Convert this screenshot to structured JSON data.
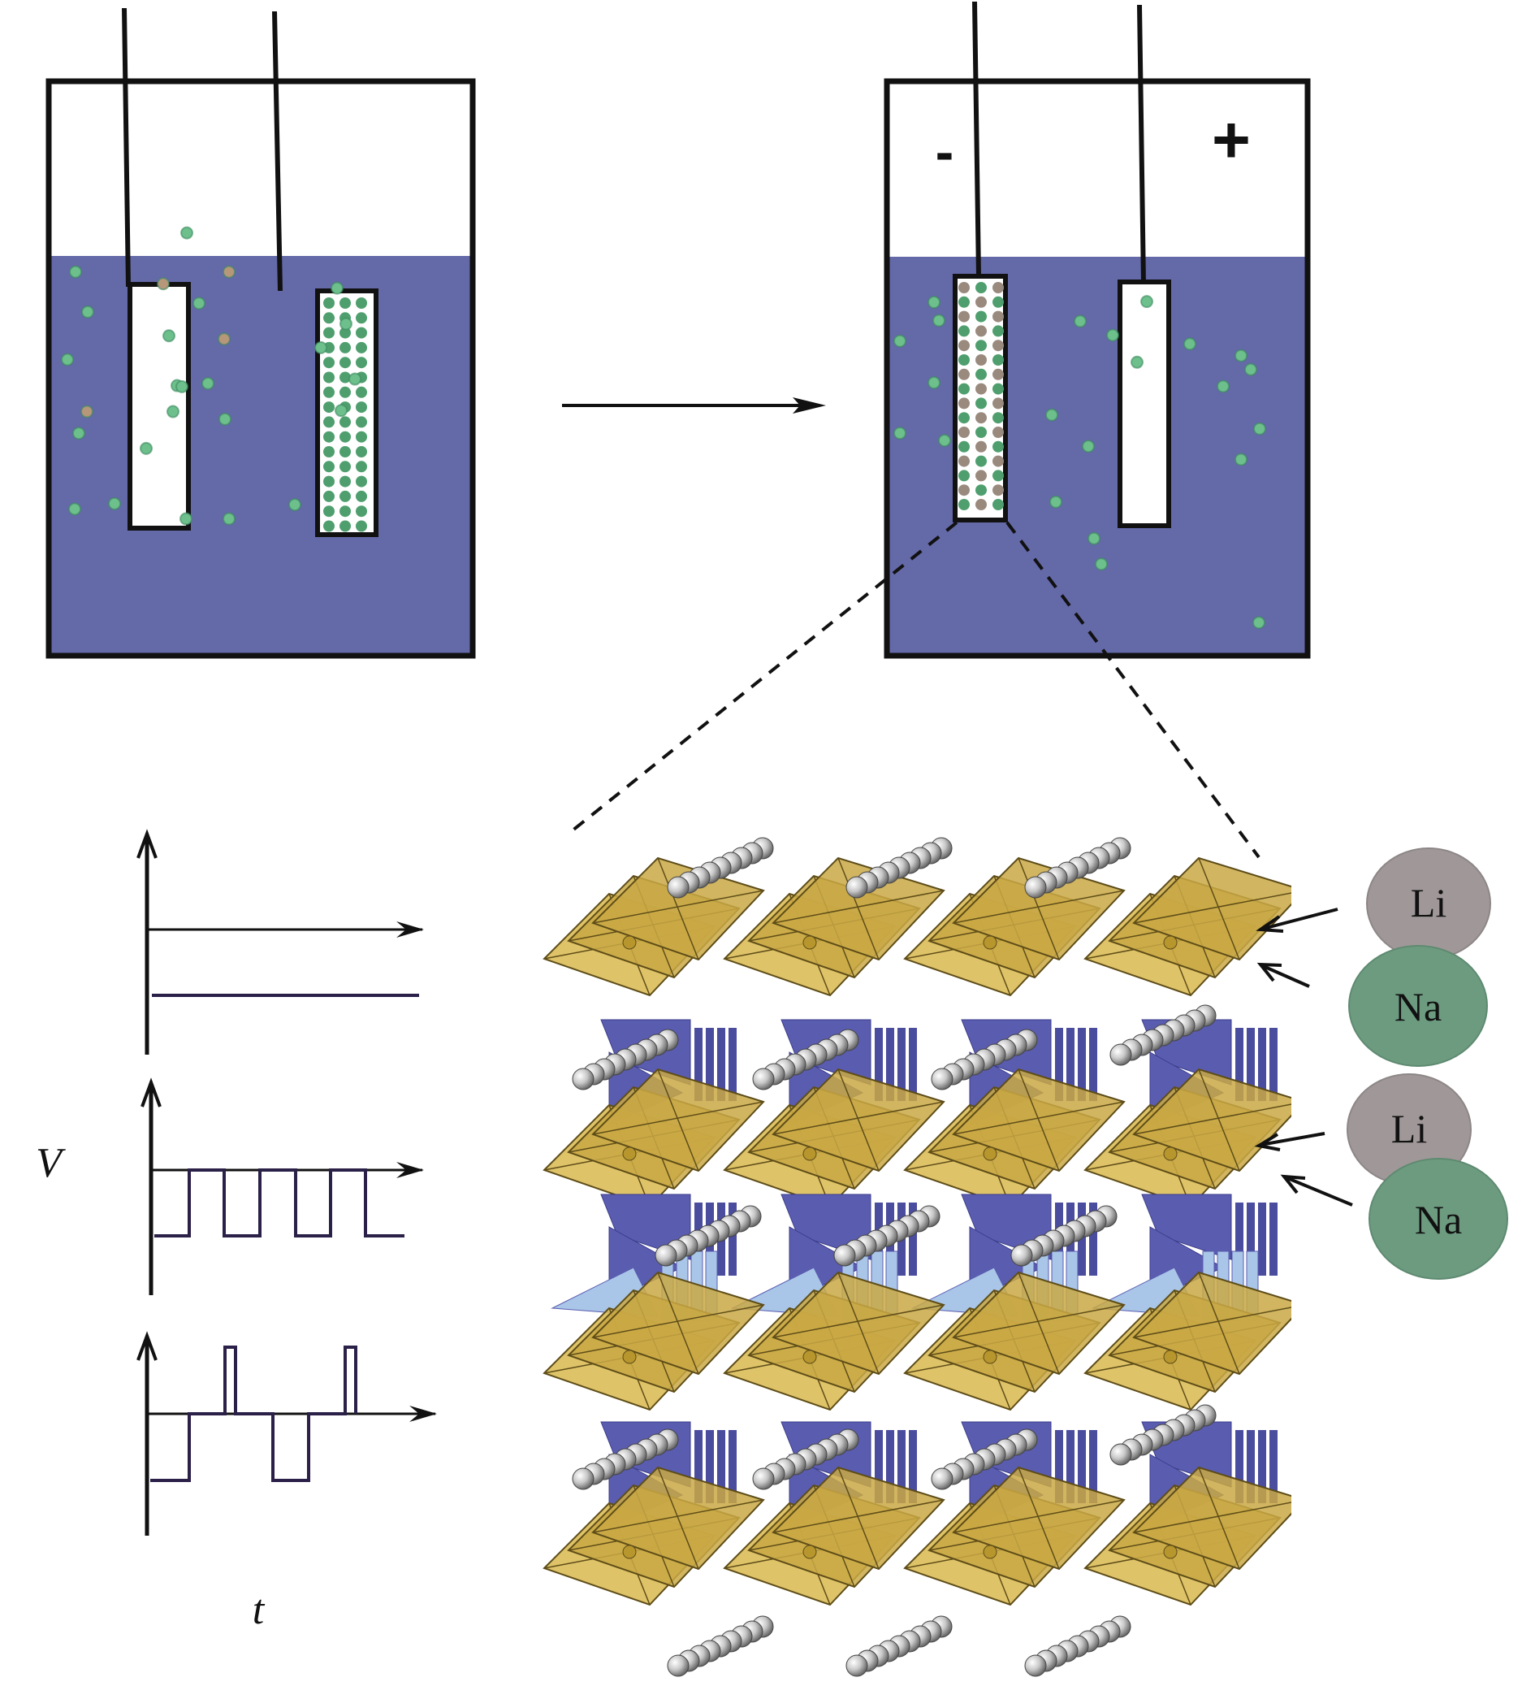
{
  "figure": {
    "description": "Electrochemical Li/Na ion separation schematic with applied voltage waveforms and crystal structure",
    "colors": {
      "electrolyte": "#6469a8",
      "container_border": "#111111",
      "na_ion": "#6dbf8c",
      "na_ion_dark": "#3c8a5f",
      "li_ion": "#9a8a7e",
      "li_ion_float": "#b6977a",
      "waveform": "#2a2048",
      "octahedron": "#d4b24a",
      "tetrahedron_dark": "#5a5cb0",
      "tetrahedron_light": "#a9c6e8",
      "sphere": "#cfcfcf",
      "li_label_circle": "#a09898",
      "na_label_circle": "#6d9b80"
    }
  },
  "cell_before": {
    "title": "initial cell",
    "left_electrode": "empty electrode",
    "right_electrode": "electrode loaded with Na"
  },
  "process_arrow": {
    "label": "transition-arrow"
  },
  "cell_after": {
    "negative_sign": "-",
    "positive_sign": "+",
    "left_electrode": "electrode loaded with Li and Na",
    "right_electrode": "empty electrode"
  },
  "waveforms": {
    "y_label": "V",
    "x_label": "t",
    "plots": [
      {
        "name": "constant voltage",
        "type": "dc"
      },
      {
        "name": "pulsed voltage",
        "type": "square-pulse"
      },
      {
        "name": "pulsed reverse voltage",
        "type": "pulse-reverse"
      }
    ]
  },
  "crystal": {
    "title": "layered crystal structure"
  },
  "legend": {
    "items": [
      {
        "label": "Li",
        "color": "#a09898"
      },
      {
        "label": "Na",
        "color": "#6d9b80"
      },
      {
        "label": "Li",
        "color": "#a09898"
      },
      {
        "label": "Na",
        "color": "#6d9b80"
      }
    ]
  }
}
